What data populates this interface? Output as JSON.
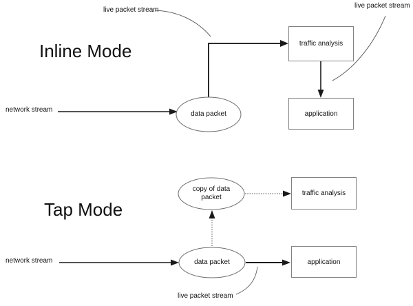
{
  "inline_mode": {
    "title": "Inline Mode",
    "network_stream_label": "network stream",
    "live_packet_stream_label_top_left": "live packet stream",
    "live_packet_stream_label_top_right": "live packet stream",
    "data_packet_label": "data packet",
    "traffic_analysis_label": "traffic analysis",
    "application_label": "application"
  },
  "tap_mode": {
    "title": "Tap Mode",
    "network_stream_label": "network stream",
    "live_packet_stream_label_bottom": "live packet stream",
    "data_packet_label": "data packet",
    "copy_of_data_packet_label": "copy of data packet",
    "traffic_analysis_label": "traffic analysis",
    "application_label": "application"
  },
  "colors": {
    "background": "#ffffff",
    "text": "#111111",
    "box_border": "#828282",
    "ellipse_stroke": "#6e6e6e",
    "arrow": "#1a1a1a",
    "callout_curve": "#666666"
  }
}
